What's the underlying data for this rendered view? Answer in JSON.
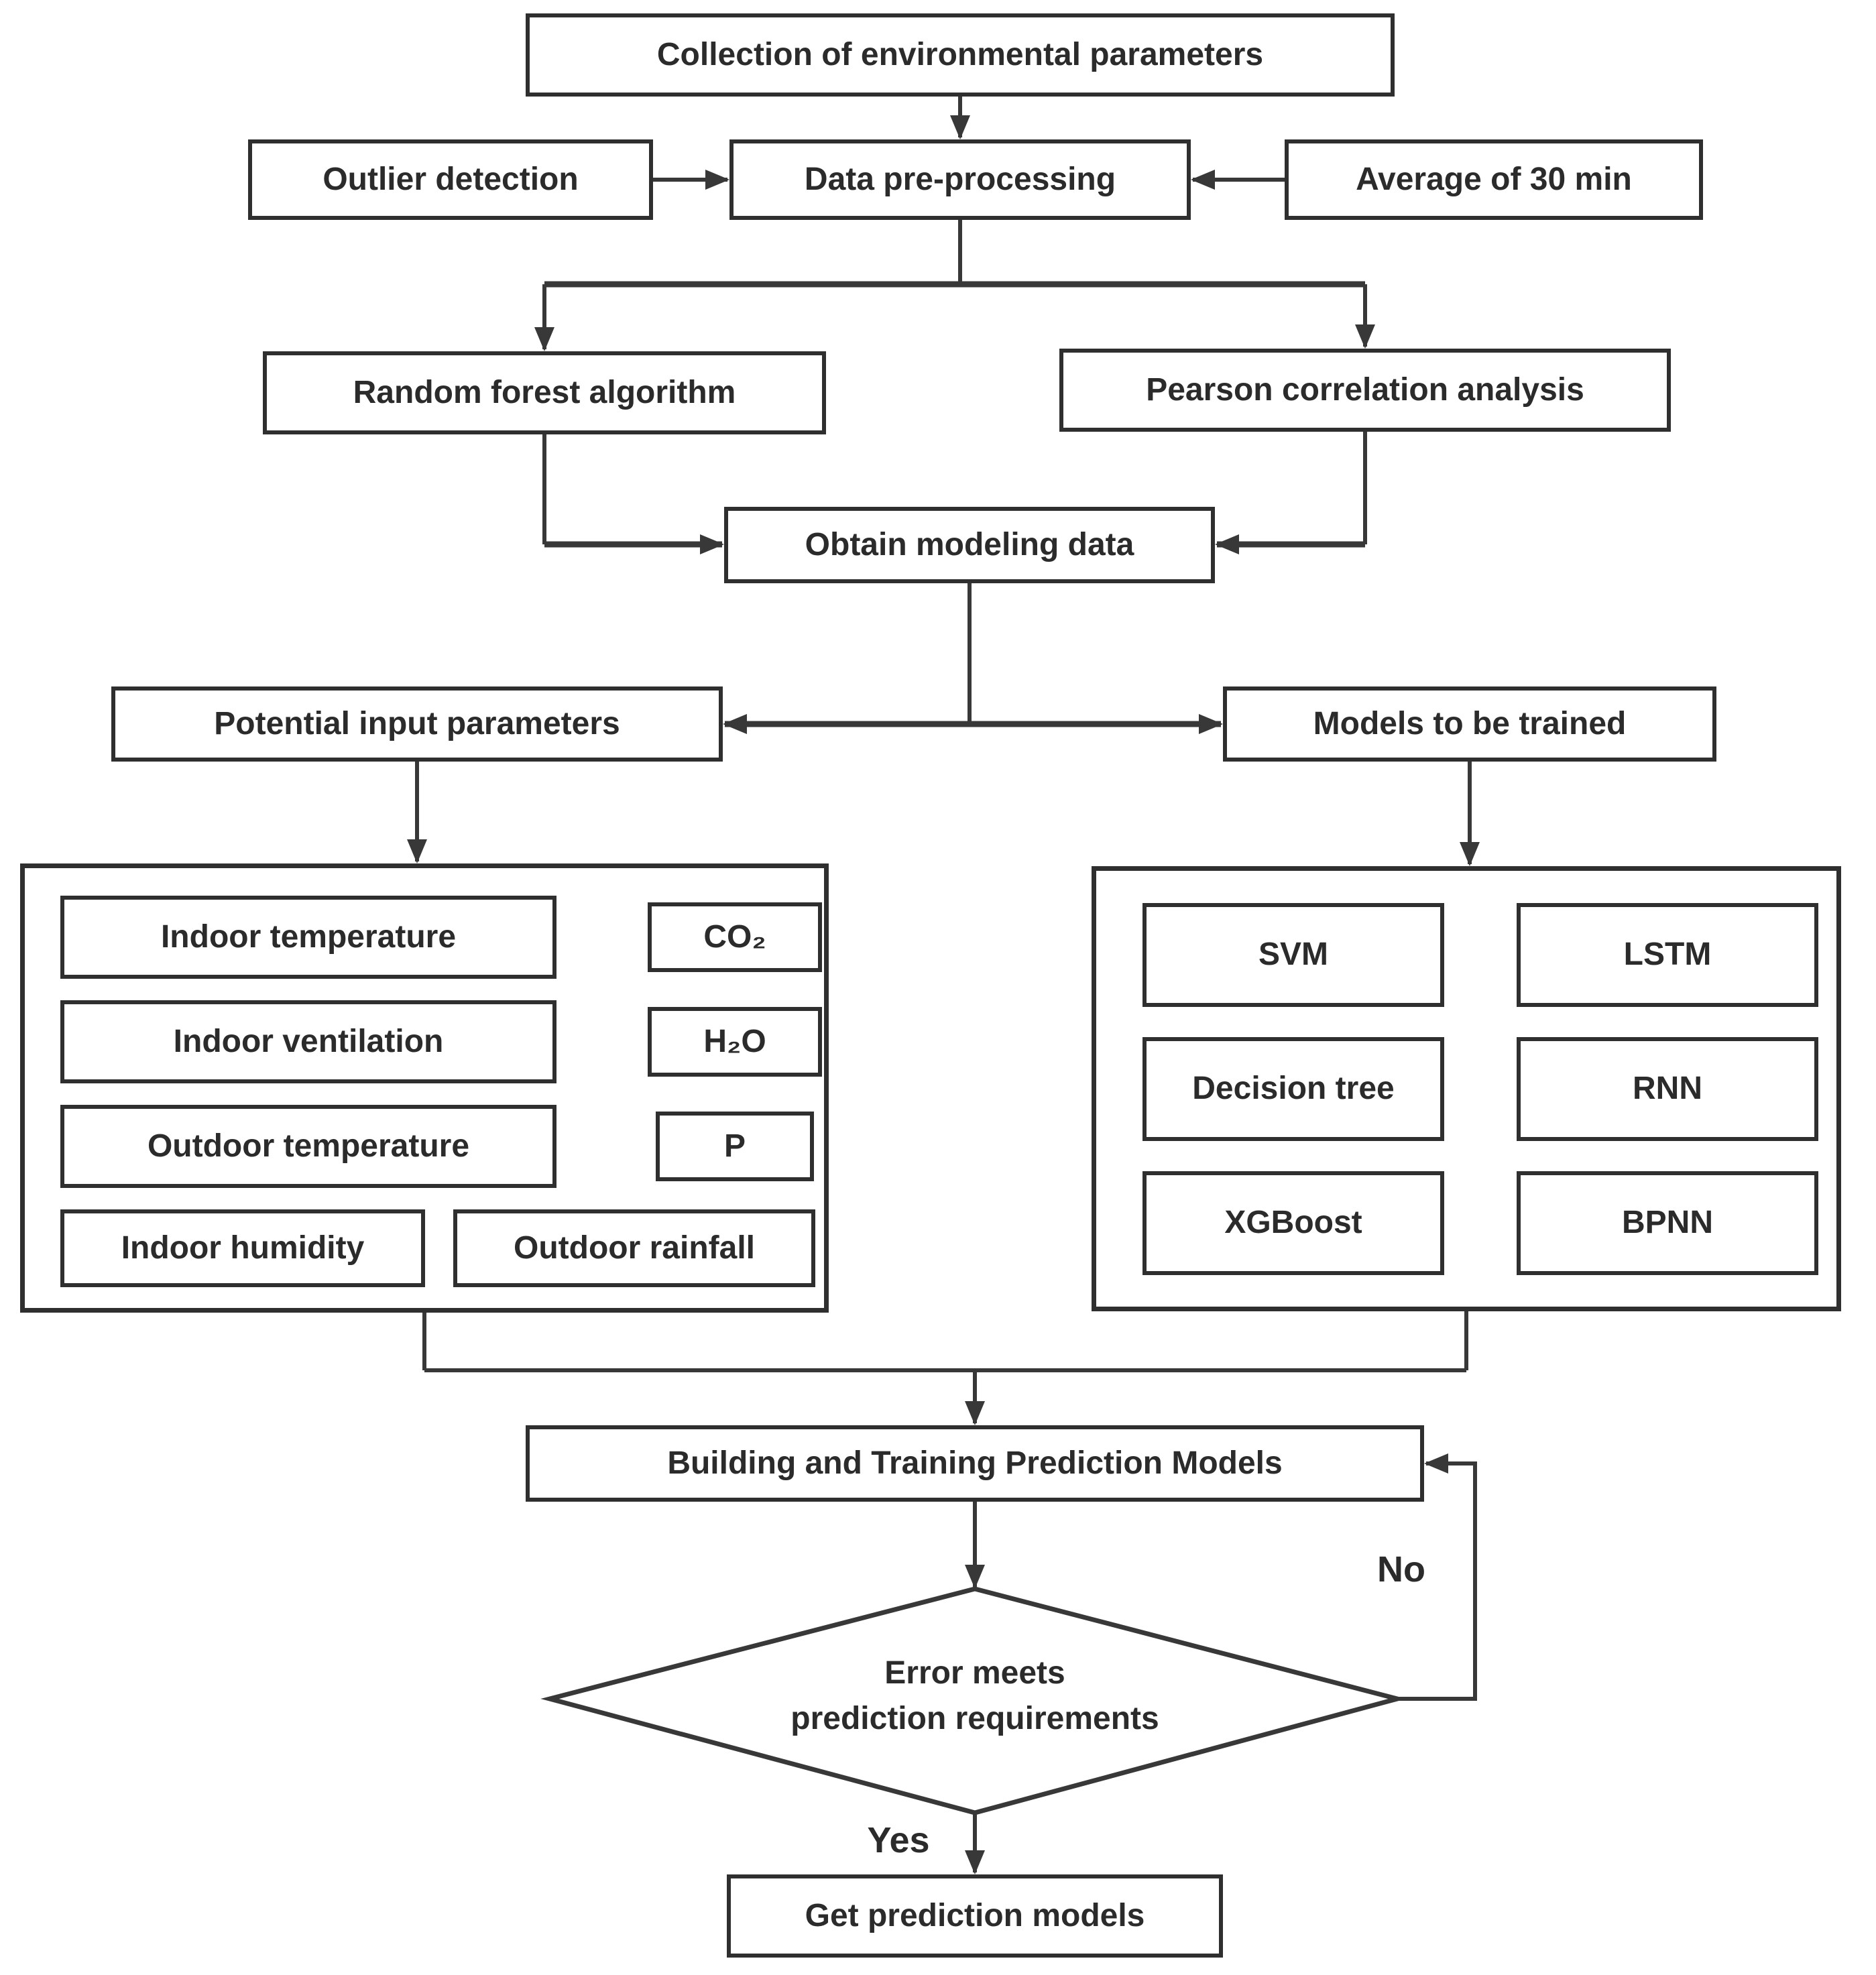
{
  "nodes": {
    "collection": "Collection of environmental parameters",
    "outlier_detection": "Outlier detection",
    "data_preprocessing": "Data pre-processing",
    "average_30min": "Average of 30 min",
    "random_forest": "Random forest algorithm",
    "pearson": "Pearson correlation analysis",
    "obtain_modeling_data": "Obtain modeling data",
    "potential_inputs": "Potential input parameters",
    "models_to_be_trained": "Models to be trained",
    "building_training": "Building and Training Prediction Models",
    "decision_line1": "Error meets",
    "decision_line2": "prediction requirements",
    "get_prediction_models": "Get prediction models"
  },
  "input_parameters": [
    "Indoor temperature",
    "CO₂",
    "Indoor ventilation",
    "H₂O",
    "Outdoor temperature",
    "P",
    "Indoor humidity",
    "Outdoor rainfall"
  ],
  "models": [
    "SVM",
    "LSTM",
    "Decision tree",
    "RNN",
    "XGBoost",
    "BPNN"
  ],
  "branch_labels": {
    "no": "No",
    "yes": "Yes"
  },
  "colors": {
    "line": "#383838",
    "text": "#2b2b2b",
    "box_border": "#2f2f2f",
    "background": "#ffffff"
  }
}
